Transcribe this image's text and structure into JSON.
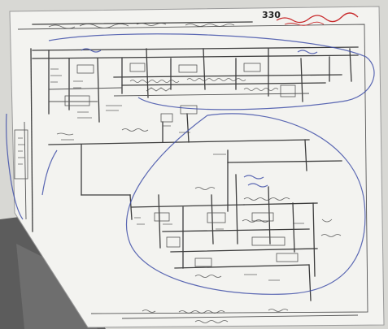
{
  "page_number": "330",
  "colors": {
    "paper": "#f3f3f0",
    "ink": "#3d3d3d",
    "blue_pen": "#3f4fa8",
    "red_pen": "#c8282a"
  },
  "icons": {
    "blue_pen_loops": "freehand-ellipse",
    "table_corner": "dark-wood-corner"
  }
}
